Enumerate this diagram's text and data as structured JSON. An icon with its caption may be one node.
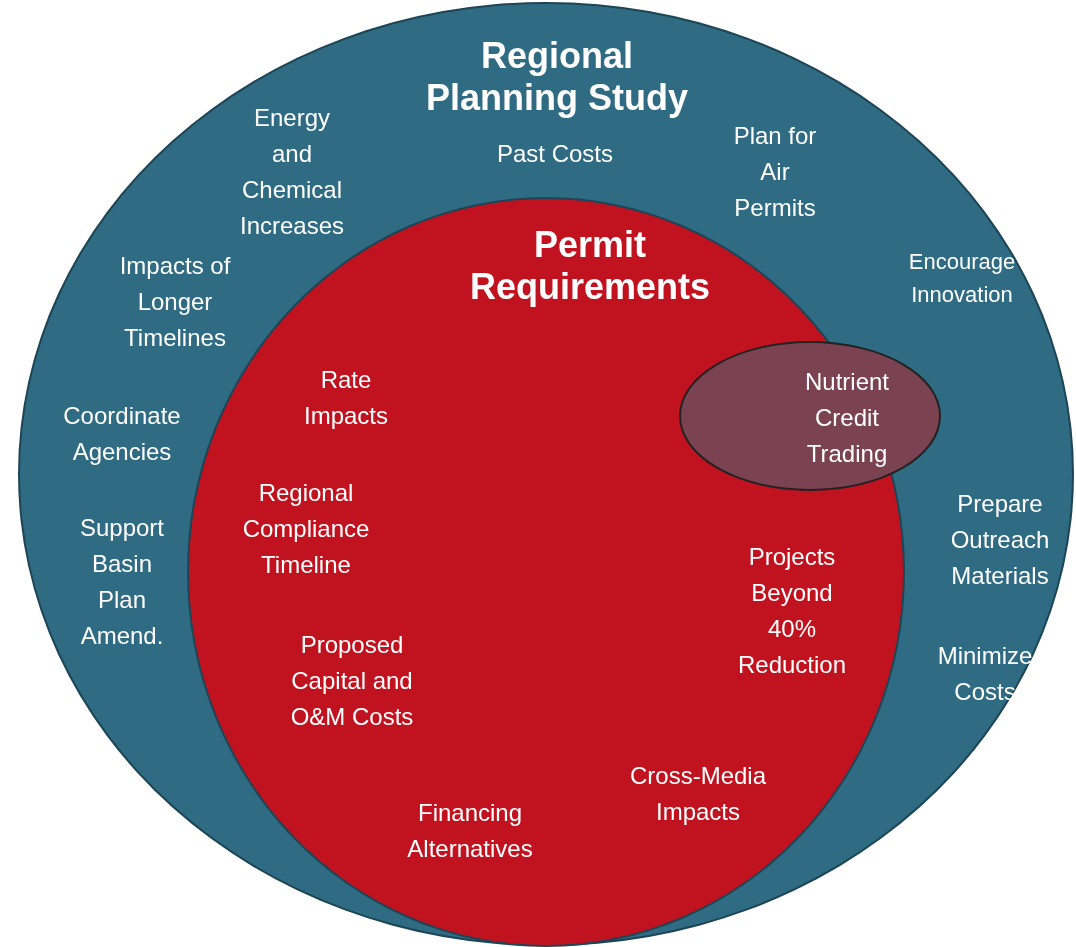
{
  "diagram": {
    "nodes": [
      {
        "text": [
          "Regional Planning Study",
          "Energy and Chemical Increases",
          "Past Costs",
          "Plan for Air Permits",
          "Encourage Innovation",
          "Impacts of Longer Timelines",
          "Coordinate Agencies",
          "Support Basin Plan Amend.",
          "Prepare Outreach Materials",
          "Minimize Costs"
        ]
      },
      {
        "text": [
          "Permit Requirements",
          "Rate Impacts",
          "Regional Compliance Timeline",
          "Proposed Capital and O&M Costs",
          "Projects Beyond 40% Reduction",
          "Cross-Media Impacts",
          "Financing Alternatives"
        ],
        "in": 0
      },
      {
        "text": [
          "Nutrient Credit Trading"
        ],
        "in": 1
      }
    ]
  }
}
